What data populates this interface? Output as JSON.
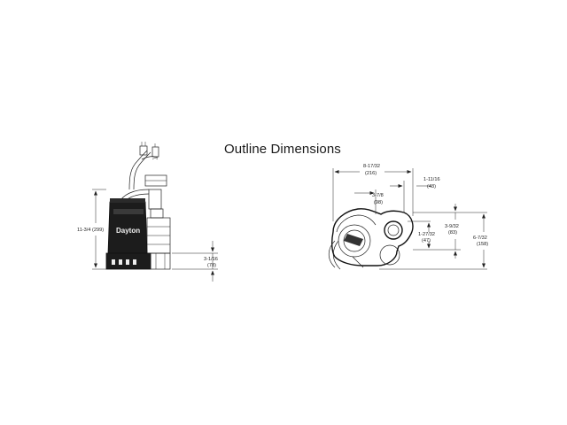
{
  "title": "Outline Dimensions",
  "brand_label": "Dayton",
  "side_view": {
    "overall_height": "11-3/4 (299)",
    "outlet_height_in": "3-1/16",
    "outlet_height_mm": "(78)"
  },
  "top_view": {
    "overall_width_in": "8-17/32",
    "overall_width_mm": "(216)",
    "outlet_offset_in": "1-11/16",
    "outlet_offset_mm": "(43)",
    "center_offset_in": "3-7/8",
    "center_offset_mm": "(98)",
    "small_depth_in": "1-27/32",
    "small_depth_mm": "(47)",
    "mid_depth_in": "3-9/32",
    "mid_depth_mm": "(83)",
    "overall_depth_in": "6-7/32",
    "overall_depth_mm": "(158)"
  }
}
